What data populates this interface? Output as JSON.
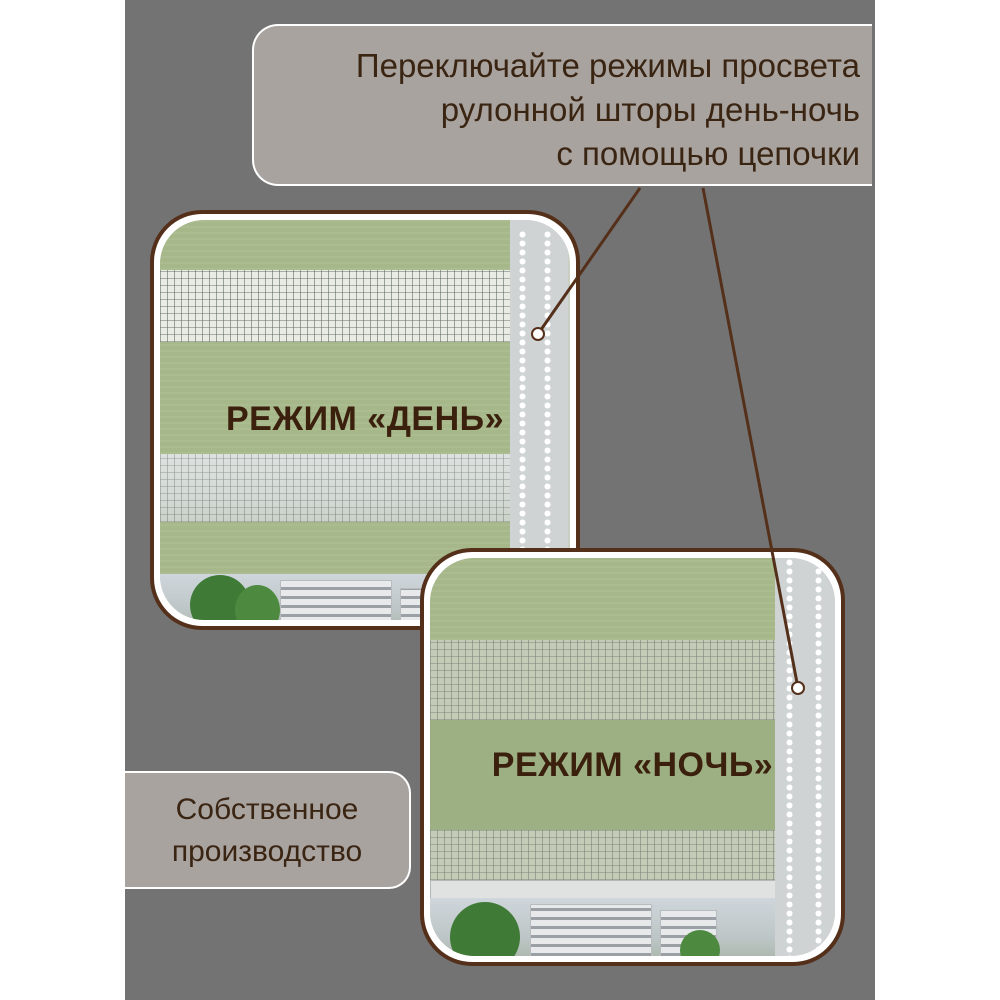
{
  "callouts": {
    "modes_text_lines": [
      "Переключайте режимы просвета",
      "рулонной шторы день-ночь",
      "с помощью цепочки"
    ],
    "production_lines": [
      "Собственное",
      "производство"
    ]
  },
  "modes": {
    "day_label": "РЕЖИМ «ДЕНЬ»",
    "night_label": "РЕЖИМ «НОЧЬ»"
  },
  "colors": {
    "background_gray": "#747374",
    "callout_fill": "#a8a39f",
    "frame_border": "#54301a",
    "label_text": "#3b210d",
    "blind_green": "#a6b88a"
  }
}
